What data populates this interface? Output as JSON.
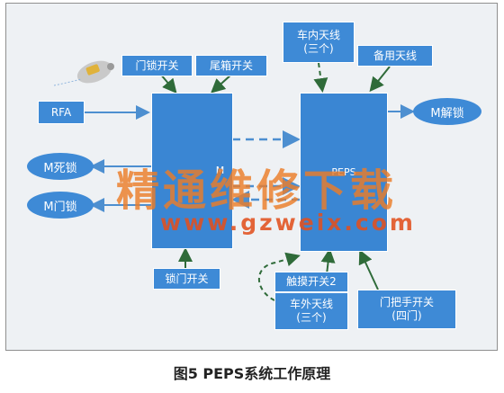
{
  "diagram": {
    "left_ecu_label": "M",
    "right_ecu_label": "PEPS",
    "rfa": "RFA",
    "door_lock_switch": "门锁开关",
    "trunk_switch": "尾箱开关",
    "lock_door_switch": "锁门开关",
    "dead_lock": "M死锁",
    "door_lock": "M门锁",
    "unlock": "M解锁",
    "interior_antenna": "车内天线\n(三个)",
    "backup_antenna": "备用天线",
    "touch_switch": "触摸开关2",
    "exterior_antenna": "车外天线\n(三个)",
    "door_handle_switch": "门把手开关\n(四门)"
  },
  "watermark": {
    "line1": "精通维修下载",
    "line2": "www.gzweix.com"
  },
  "caption": "图5  PEPS系统工作原理",
  "colors": {
    "box": "#3e8ad6",
    "arrow_blue": "#4d8fd0",
    "arrow_green": "#2f6b39",
    "watermark": "#eb7d28"
  }
}
